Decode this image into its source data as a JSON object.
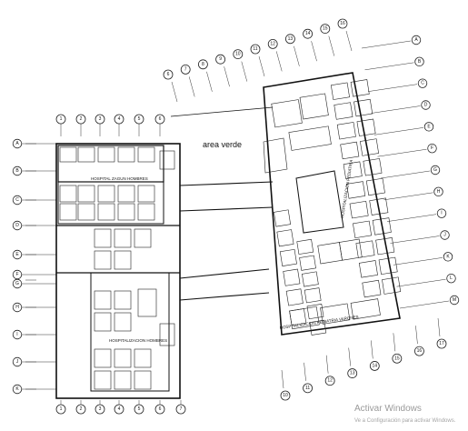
{
  "drawing": {
    "area_label": "area verde",
    "left_block_label_top": "HOSPITAL ZAGUN HOMBRES",
    "left_block_label_bottom": "HOSPITALIZACION HOMBRES",
    "right_block_label_mid": "HOSPITALIZACION PEDIATRIA",
    "right_block_label_low": "HOSPITALIZACION PEDIATRIA VARONES"
  },
  "left_axes": {
    "top_numbers": [
      "1",
      "2",
      "3",
      "4",
      "5",
      "6"
    ],
    "bottom_numbers": [
      "1",
      "2",
      "3",
      "4",
      "5",
      "6",
      "7"
    ],
    "side_letters": [
      "A",
      "B",
      "C",
      "D",
      "E",
      "F",
      "G",
      "H",
      "I",
      "J",
      "K"
    ]
  },
  "right_axes": {
    "top_numbers": [
      "6",
      "7",
      "8",
      "9",
      "10",
      "11",
      "12",
      "13",
      "14",
      "15",
      "16"
    ],
    "bottom_numbers": [
      "10",
      "11",
      "12",
      "13",
      "14",
      "15",
      "16",
      "17"
    ],
    "side_letters": [
      "A",
      "B",
      "C",
      "D",
      "E",
      "F",
      "G",
      "H",
      "I",
      "J",
      "K",
      "L",
      "M"
    ]
  },
  "watermark": {
    "title": "Activar Windows",
    "subtitle": "Ve a Configuración para activar Windows."
  },
  "colors": {
    "line": "#111111",
    "background": "#ffffff",
    "watermark": "#9a9a9a"
  }
}
